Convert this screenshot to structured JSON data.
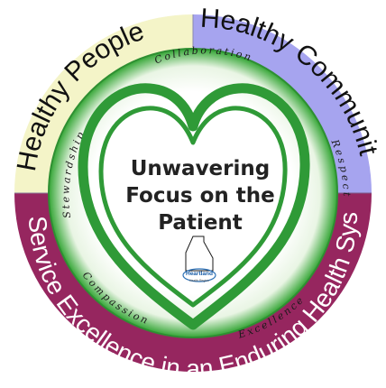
{
  "colors": {
    "ring_yellow": "#f4f4c8",
    "ring_lavender": "#a6a4ef",
    "ring_maroon": "#96265f",
    "inner_green": "#35a636",
    "inner_light": "#eef7ea",
    "heart_green": "#2f9a37",
    "text_dark": "#111111",
    "text_white": "#ffffff"
  },
  "outer_ring": {
    "healthy_people": "Healthy People",
    "healthy_communities": "Healthy Communities",
    "service_excellence": "Service Excellence in an Enduring Health System"
  },
  "values": {
    "collaboration": "Collaboration",
    "respect": "Respect",
    "excellence": "Excellence",
    "compassion": "Compassion",
    "stewardship": "Stewardship"
  },
  "center": {
    "line1": "Unwavering",
    "line2": "Focus on the",
    "line3": "Patient"
  },
  "logo": {
    "icon": "heartland-logo-icon",
    "name": "Heartland",
    "subtitle": "Health Region"
  }
}
